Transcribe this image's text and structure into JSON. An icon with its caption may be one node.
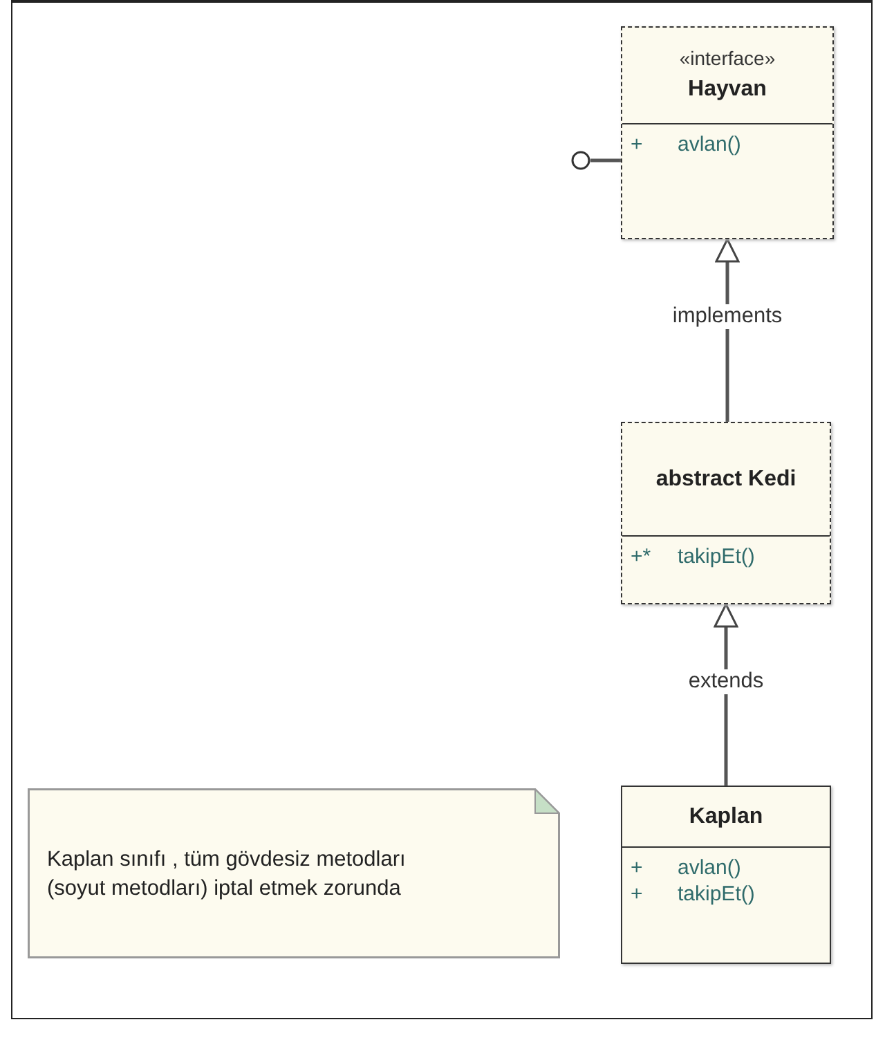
{
  "diagram": {
    "nodes": [
      {
        "text": [
          "«interface»",
          "Hayvan",
          "+",
          "avlan()"
        ]
      },
      {
        "text": [],
        "shape": "circle"
      },
      {
        "text": [
          "abstract Kedi",
          "+*",
          "takipEt()"
        ]
      },
      {
        "text": [
          "Kaplan",
          "+",
          "avlan()",
          "+",
          "takipEt()"
        ]
      },
      {
        "text": [
          "Kaplan sınıfı , tüm gövdesiz metodları (soyut metodları) iptal etmek zorunda"
        ]
      }
    ],
    "edges": [
      {
        "from": 0,
        "to": 1,
        "arrow": "none"
      },
      {
        "from": 2,
        "to": 0,
        "arrow": "to",
        "label": "implements"
      },
      {
        "from": 3,
        "to": 2,
        "arrow": "to",
        "label": "extends"
      }
    ]
  }
}
